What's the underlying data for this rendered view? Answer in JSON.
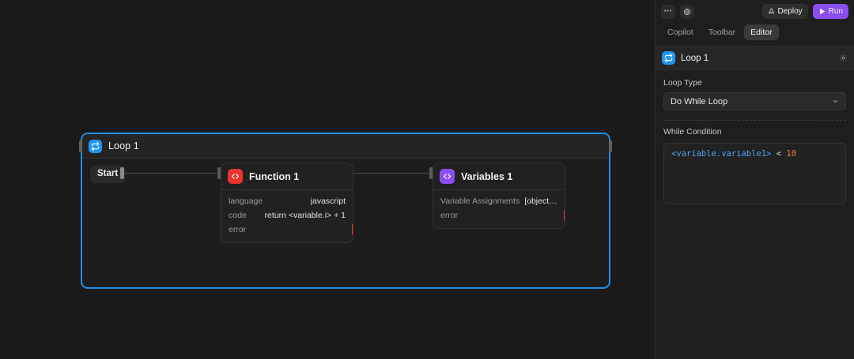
{
  "panel": {
    "toolbar": {
      "more_label": "•••",
      "history_icon": "globe-icon",
      "deploy_label": "Deploy",
      "run_label": "Run",
      "run_color": "#8b4df0"
    },
    "tabs": [
      {
        "label": "Copilot",
        "active": false
      },
      {
        "label": "Toolbar",
        "active": false
      },
      {
        "label": "Editor",
        "active": true
      }
    ],
    "node_header": {
      "title": "Loop 1",
      "icon": "loop-icon",
      "icon_color": "#2196f3",
      "settings_icon": "gear-icon"
    },
    "loop_type": {
      "label": "Loop Type",
      "value": "Do While Loop"
    },
    "while_condition": {
      "label": "While Condition",
      "variable": "<variable.variable1>",
      "operator": "<",
      "number": "10"
    }
  },
  "canvas": {
    "loop": {
      "title": "Loop 1",
      "icon": "loop-icon",
      "border_color": "#1e90e8"
    },
    "start": {
      "label": "Start"
    },
    "nodes": [
      {
        "title": "Function 1",
        "icon": "code-icon",
        "icon_color": "#e8342c",
        "rows": [
          {
            "key": "language",
            "value": "javascript",
            "error": false
          },
          {
            "key": "code",
            "value": "return <variable.i> + 1",
            "error": false
          },
          {
            "key": "error",
            "value": "",
            "error": true
          }
        ]
      },
      {
        "title": "Variables 1",
        "icon": "code-icon",
        "icon_color": "#8b4df0",
        "rows": [
          {
            "key": "Variable Assignments",
            "value": "[object Obje…",
            "error": false
          },
          {
            "key": "error",
            "value": "",
            "error": true
          }
        ]
      }
    ]
  }
}
